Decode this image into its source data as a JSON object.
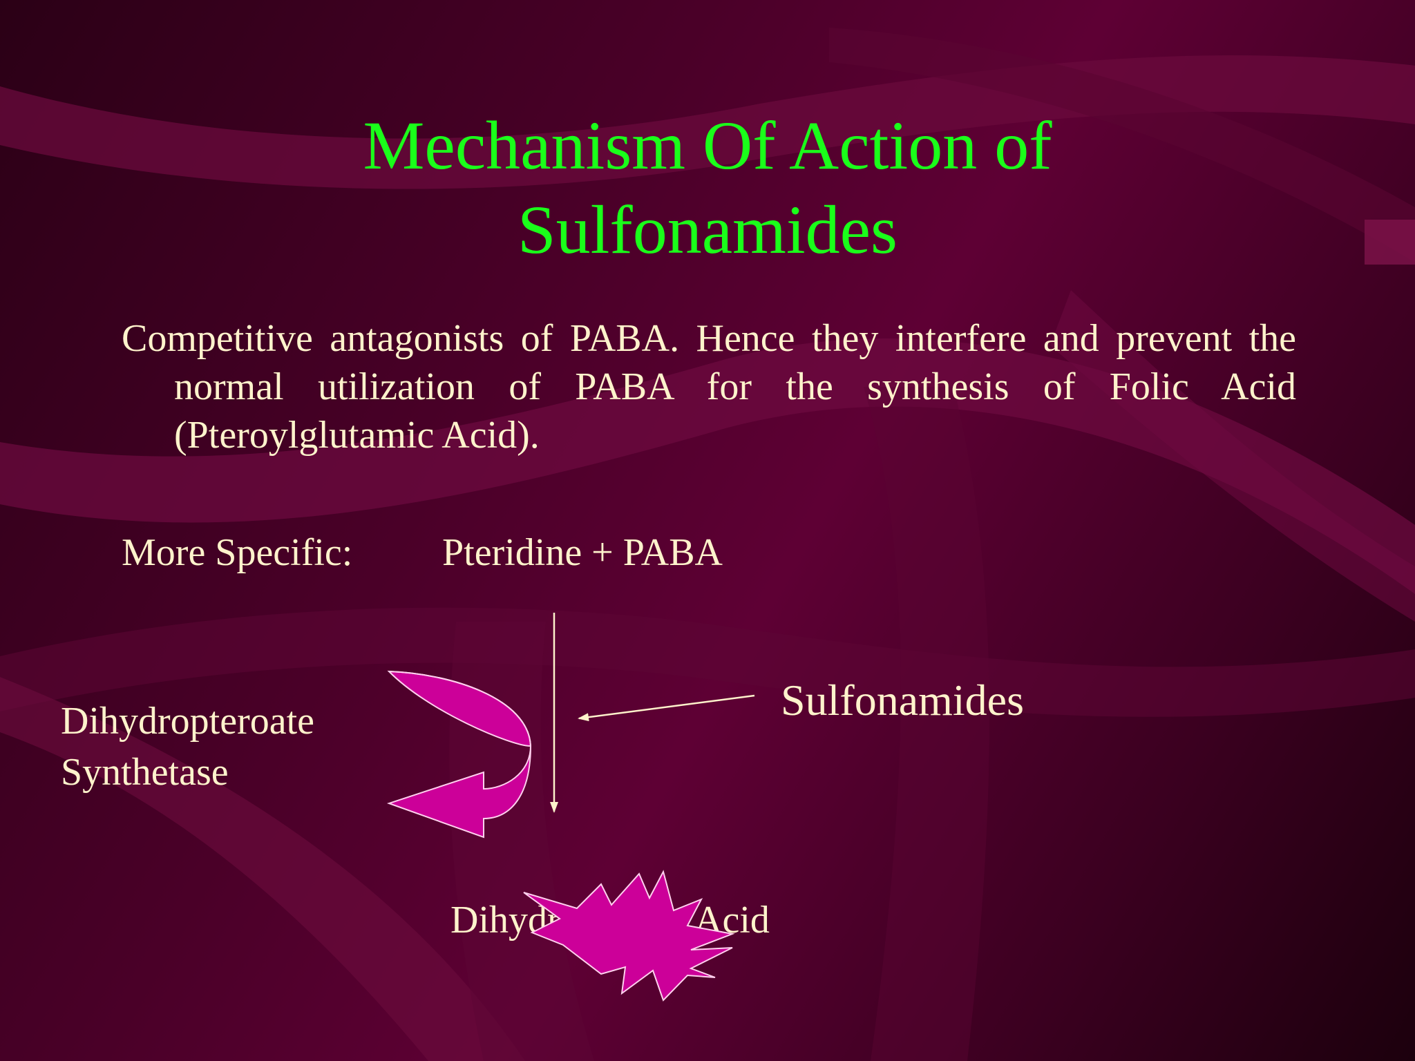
{
  "slide": {
    "title_line1": "Mechanism Of Action of",
    "title_line2": "Sulfonamides",
    "paragraph": "Competitive antagonists of PABA. Hence they interfere and prevent the normal utilization of PABA for the synthesis of Folic Acid (Pteroylglutamic Acid).",
    "more_specific_label": "More Specific:",
    "reactants": "Pteridine + PABA",
    "inhibitor": "Sulfonamides",
    "enzyme_line1": "Dihydropteroate",
    "enzyme_line2": "Synthetase",
    "product": "Dihydropteroic Acid"
  },
  "colors": {
    "title": "#1aff1a",
    "text": "#fff3cc",
    "shape_fill": "#cc0099",
    "background": "#4a0028"
  }
}
